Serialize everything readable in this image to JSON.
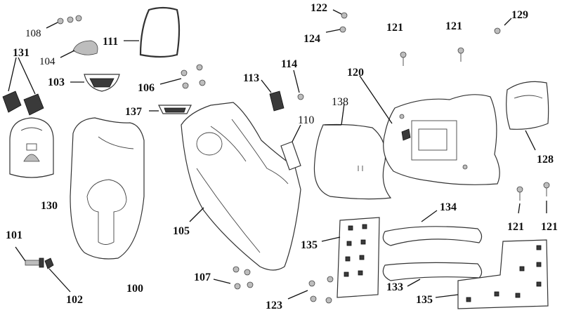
{
  "labels": {
    "p100": "100",
    "p101": "101",
    "p102": "102",
    "p103": "103",
    "p104": "104",
    "p105": "105",
    "p106": "106",
    "p107": "107",
    "p108": "108",
    "p110": "110",
    "p111": "111",
    "p113": "113",
    "p114": "114",
    "p120": "120",
    "p121a": "121",
    "p121b": "121",
    "p121c": "121",
    "p121d": "121",
    "p122": "122",
    "p123": "123",
    "p124": "124",
    "p128": "128",
    "p129": "129",
    "p130": "130",
    "p131": "131",
    "p133": "133",
    "p134": "134",
    "p135a": "135",
    "p135b": "135",
    "p137": "137",
    "p138": "138"
  }
}
